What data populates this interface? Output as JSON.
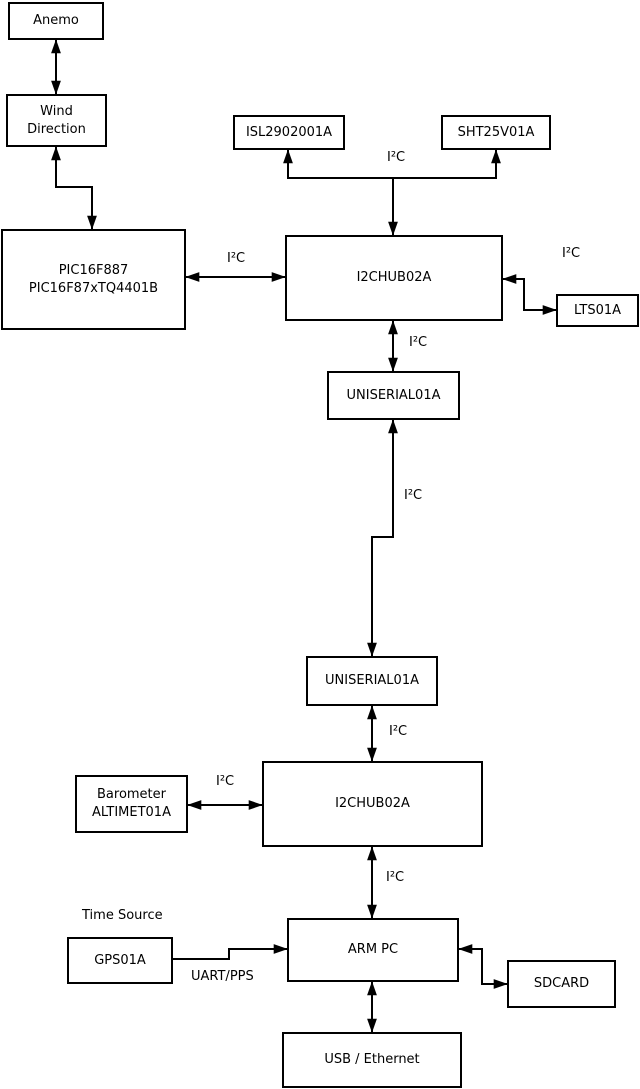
{
  "diagram": {
    "nodes": {
      "anemo": {
        "label": "Anemo"
      },
      "wind_direction": {
        "line1": "Wind",
        "line2": "Direction"
      },
      "pic_controller": {
        "line1": "PIC16F887",
        "line2": "PIC16F87xTQ4401B"
      },
      "isl_sensor": {
        "label": "ISL2902001A"
      },
      "sht_sensor": {
        "label": "SHT25V01A"
      },
      "i2c_hub_upper": {
        "label": "I2CHUB02A"
      },
      "lts_sensor": {
        "label": "LTS01A"
      },
      "uniserial_upper": {
        "label": "UNISERIAL01A"
      },
      "uniserial_lower": {
        "label": "UNISERIAL01A"
      },
      "i2c_hub_lower": {
        "label": "I2CHUB02A"
      },
      "barometer": {
        "line1": "Barometer",
        "line2": "ALTIMET01A"
      },
      "gps": {
        "label": "GPS01A"
      },
      "arm_pc": {
        "label": "ARM PC"
      },
      "sdcard": {
        "label": "SDCARD"
      },
      "usb_ethernet": {
        "label": "USB / Ethernet"
      }
    },
    "edge_labels": {
      "i2c_sensors_top": "I²C",
      "i2c_pic_hub": "I²C",
      "i2c_hub_lts": "I²C",
      "i2c_hub_uniserial_upper": "I²C",
      "i2c_uniserial_link": "I²C",
      "i2c_uniserial_hub_lower": "I²C",
      "i2c_barometer_hub": "I²C",
      "i2c_hub_armpc": "I²C",
      "uart_pps": "UART/PPS"
    },
    "annotations": {
      "time_source": "Time Source"
    },
    "colors": {
      "line": "#000000",
      "box_border": "#000000",
      "box_fill": "#ffffff",
      "background": "#ffffff",
      "text": "#000000"
    }
  }
}
